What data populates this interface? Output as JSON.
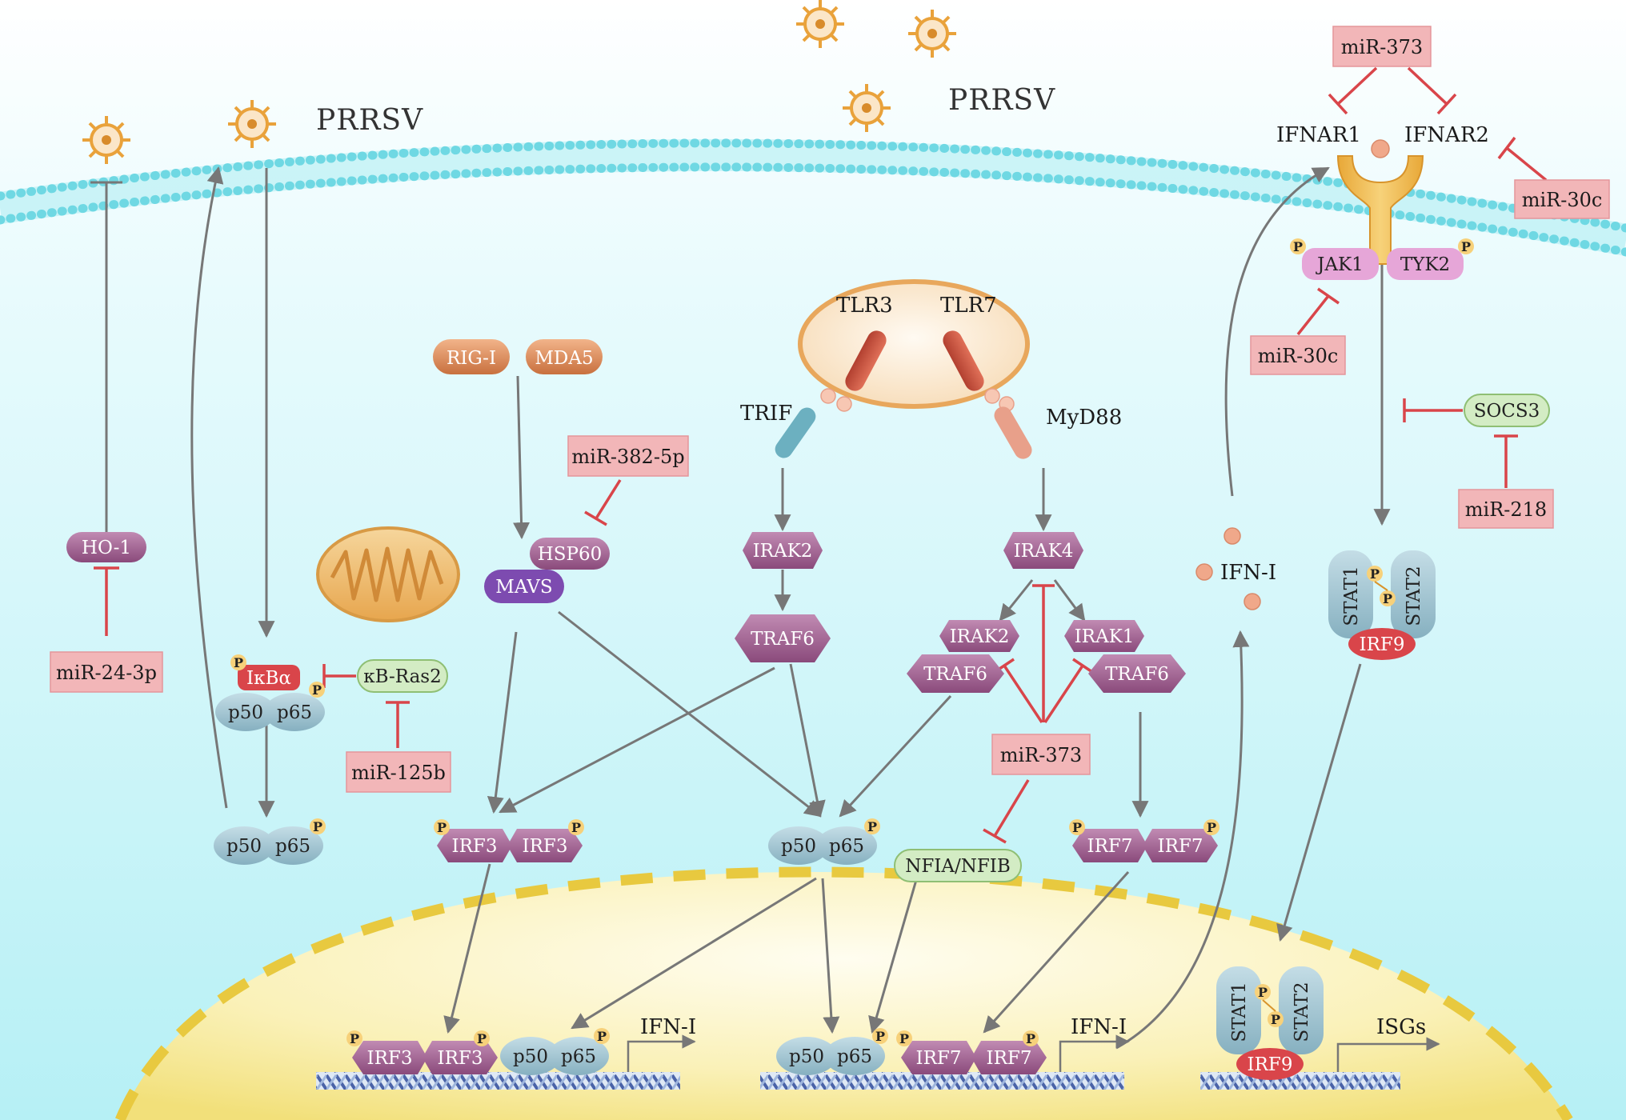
{
  "pathogen": {
    "virus_label_left": "PRRSV",
    "virus_label_center": "PRRSV"
  },
  "receptors": {
    "tlr3": "TLR3",
    "tlr7": "TLR7",
    "trif": "TRIF",
    "myd88": "MyD88",
    "ifnar1": "IFNAR1",
    "ifnar2": "IFNAR2",
    "rig_i": "RIG-I",
    "mda5": "MDA5"
  },
  "nodes": {
    "ho1": "HO-1",
    "ikba": "IκBα",
    "kb_ras2": "κB-Ras2",
    "p50": "p50",
    "p65": "p65",
    "hsp60": "HSP60",
    "mavs": "MAVS",
    "irak2": "IRAK2",
    "irak4": "IRAK4",
    "irak1": "IRAK1",
    "traf6": "TRAF6",
    "irf3": "IRF3",
    "irf7": "IRF7",
    "irf9": "IRF9",
    "nfia_nfib": "NFIA/NFIB",
    "jak1": "JAK1",
    "tyk2": "TYK2",
    "stat1": "STAT1",
    "stat2": "STAT2",
    "socs3": "SOCS3",
    "ifn_i": "IFN-I",
    "isgs": "ISGs",
    "phospho": "P"
  },
  "mirnas": {
    "mir_24_3p": "miR-24-3p",
    "mir_125b": "miR-125b",
    "mir_382_5p": "miR-382-5p",
    "mir_373": "miR-373",
    "mir_30c": "miR-30c",
    "mir_218": "miR-218"
  },
  "colors": {
    "mirna_fill": "#f2b6b8",
    "inhibition": "#d9454a",
    "activation": "#777777",
    "node_purple": "#9c5a8c",
    "node_blue": "#9fc3d1",
    "node_green": "#d3ecc4",
    "nucleus": "#f5e98a",
    "membrane": "#7fe0ea"
  }
}
